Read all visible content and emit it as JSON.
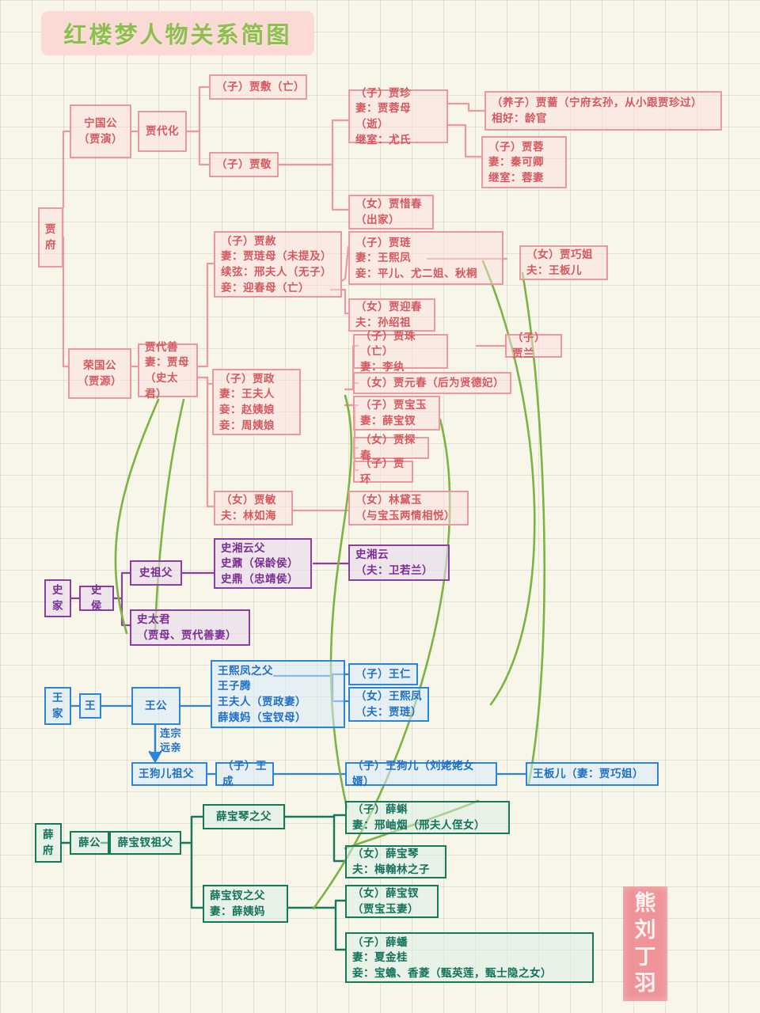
{
  "title": "红楼梦人物关系简图",
  "seal": {
    "chars": [
      "熊",
      "刘",
      "丁",
      "羽"
    ]
  },
  "colors": {
    "paper": "#f7f6e9",
    "grid": "#96968c",
    "title_text": "#8dbf4e",
    "title_bg": "#fbd9d4",
    "jia": "#d4585f",
    "shi": "#7b2d92",
    "wang": "#1f6fc4",
    "xue": "#12725a",
    "cross_link": "#7cb342",
    "seal": "#ef8d93"
  },
  "families": {
    "jia": {
      "name": "贾府",
      "color": "#d4585f"
    },
    "shi": {
      "name": "史家",
      "color": "#7b2d92"
    },
    "wang": {
      "name": "王家",
      "color": "#1f6fc4"
    },
    "xue": {
      "name": "薛府",
      "color": "#12725a"
    }
  },
  "annotations": [
    {
      "id": "lianzong",
      "text": "连宗\n远亲"
    }
  ],
  "nodes": {
    "jiafu": {
      "text": "贾\n府"
    },
    "ningguogong": {
      "text": "宁国公\n（贾演）"
    },
    "jiadaihua": {
      "text": "贾代化"
    },
    "jiafu_fu": {
      "text": "（子）贾敷（亡）"
    },
    "jiajing": {
      "text": "（子）贾敬"
    },
    "jiazhen": {
      "text": "（子）贾珍\n妻：贾蓉母（逝）\n继室：尤氏"
    },
    "jiaqiang": {
      "text": "（养子）贾蔷（宁府玄孙，从小跟贾珍过）\n相好：龄官"
    },
    "jiarong": {
      "text": "（子）贾蓉\n妻：秦可卿\n继室：蓉妻"
    },
    "jiaxichun": {
      "text": "（女）贾惜春\n（出家）"
    },
    "rongguogong": {
      "text": "荣国公\n（贾源）"
    },
    "jiadaishan": {
      "text": "贾代善\n妻：贾母\n（史太君）"
    },
    "jiashe": {
      "text": "（子）贾赦\n妻：贾琏母（未提及）\n续弦：邢夫人（无子）\n妾：迎春母（亡）"
    },
    "jialian": {
      "text": "（子）贾琏\n妻：王熙凤\n妾：平儿、尤二姐、秋桐"
    },
    "jiaqiaojie": {
      "text": "（女）贾巧姐\n夫：王板儿"
    },
    "jiayingchun": {
      "text": "（女）贾迎春\n夫：孙绍祖"
    },
    "jiazheng": {
      "text": "（子）贾政\n妻：王夫人\n妾：赵姨娘\n妾：周姨娘"
    },
    "jiazhu": {
      "text": "（子）贾珠（亡）\n妻：李纨"
    },
    "jialan": {
      "text": "（子）贾兰"
    },
    "jiayuanchun": {
      "text": "（女）贾元春（后为贤德妃）"
    },
    "jiabaoyu": {
      "text": "（子）贾宝玉\n妻：薛宝钗"
    },
    "jiatanchun": {
      "text": "（女）贾探春"
    },
    "jiahuan": {
      "text": "（子）贾环"
    },
    "jiamin": {
      "text": "（女）贾敏\n夫：林如海"
    },
    "lindaiyu": {
      "text": "（女）林黛玉\n（与宝玉两情相悦）"
    },
    "shijia": {
      "text": "史\n家"
    },
    "shihou": {
      "text": "史侯"
    },
    "shizufu": {
      "text": "史祖父"
    },
    "shixiangyunfu": {
      "text": "史湘云父\n史鼐（保龄侯）\n史鼎（忠靖侯）"
    },
    "shixiangyun": {
      "text": "史湘云\n（夫：卫若兰）"
    },
    "shitaijun": {
      "text": "史太君\n（贾母、贾代善妻）"
    },
    "wangjia": {
      "text": "王\n家"
    },
    "wang": {
      "text": "王"
    },
    "wanggong": {
      "text": "王公"
    },
    "wangxifengfu": {
      "text": "王熙凤之父\n王子腾\n王夫人（贾政妻）\n薛姨妈（宝钗母）"
    },
    "wangren": {
      "text": "（子）王仁"
    },
    "wangxifeng": {
      "text": "（女）王熙凤\n（夫：贾琏）"
    },
    "wanggouerzufu": {
      "text": "王狗儿祖父"
    },
    "wangcheng": {
      "text": "（子）王成"
    },
    "wanggouer": {
      "text": "（子）王狗儿（刘姥姥女婿）"
    },
    "wangbaner": {
      "text": "王板儿（妻：贾巧姐）"
    },
    "xuefu": {
      "text": "薛\n府"
    },
    "xuegong": {
      "text": "薛公"
    },
    "xuebaochaizufu": {
      "text": "薛宝钗祖父"
    },
    "xuebaoqinfu": {
      "text": "薛宝琴之父"
    },
    "xueke": {
      "text": "（子）薛蝌\n妻：邢岫烟（邢夫人侄女）"
    },
    "xuebaoqin": {
      "text": "（女）薛宝琴\n夫：梅翰林之子"
    },
    "xuebaochaifu": {
      "text": "薛宝钗之父\n妻：薛姨妈"
    },
    "xuebaochai": {
      "text": "（女）薛宝钗\n（贾宝玉妻）"
    },
    "xuepan": {
      "text": "（子）薛蟠\n妻：夏金桂\n妾：宝蟾、香菱（甄英莲，甄士隐之女）"
    }
  }
}
